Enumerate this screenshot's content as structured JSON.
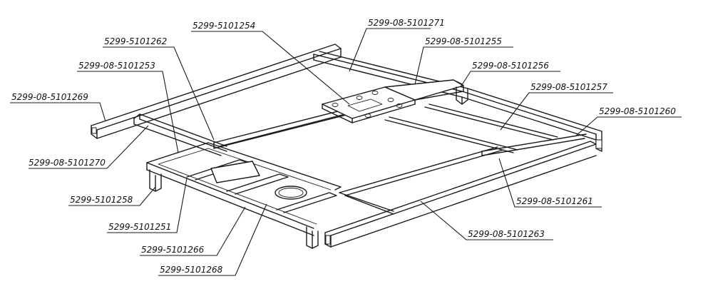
{
  "diagram": {
    "labels": [
      "5299-5101254",
      "5299-08-5101271",
      "5299-5101262",
      "5299-08-5101255",
      "5299-08-5101253",
      "5299-08-5101256",
      "5299-08-5101257",
      "5299-08-5101269",
      "5299-08-5101260",
      "5299-08-5101270",
      "5299-5101258",
      "5299-08-5101261",
      "5299-5101251",
      "5299-08-5101263",
      "5299-5101266",
      "5299-5101268"
    ]
  },
  "colors": {
    "ink": "#1a1a1a",
    "background": "#ffffff"
  }
}
